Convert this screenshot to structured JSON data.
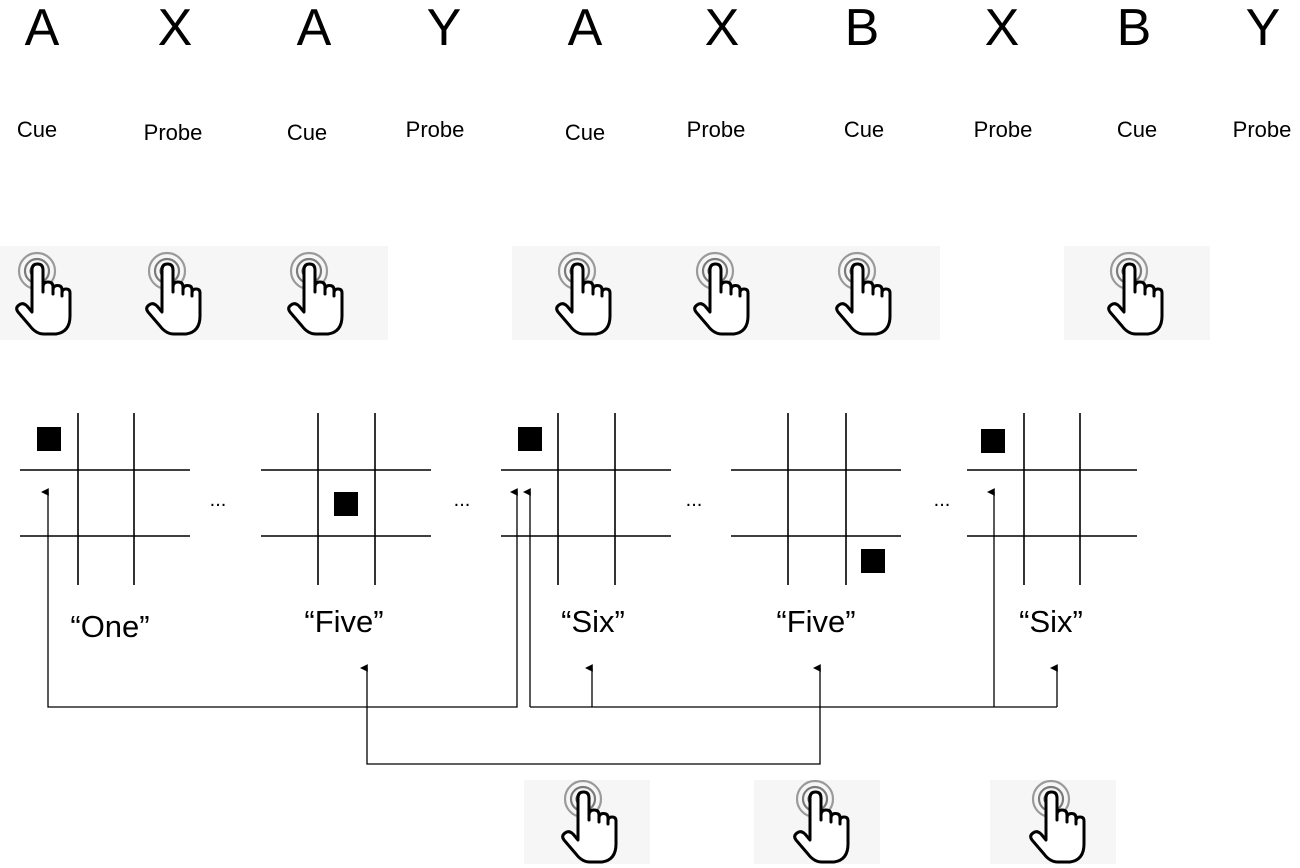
{
  "sequence": [
    {
      "letter": "A",
      "role": "Cue"
    },
    {
      "letter": "X",
      "role": "Probe"
    },
    {
      "letter": "A",
      "role": "Cue"
    },
    {
      "letter": "Y",
      "role": "Probe"
    },
    {
      "letter": "A",
      "role": "Cue"
    },
    {
      "letter": "X",
      "role": "Probe"
    },
    {
      "letter": "B",
      "role": "Cue"
    },
    {
      "letter": "X",
      "role": "Probe"
    },
    {
      "letter": "B",
      "role": "Cue"
    },
    {
      "letter": "Y",
      "role": "Probe"
    }
  ],
  "spatial_words": [
    "“One”",
    "“Five”",
    "“Six”",
    "“Five”",
    "“Six”"
  ],
  "ellipsis": "...",
  "icons": {
    "tap": "tap-hand-icon"
  }
}
